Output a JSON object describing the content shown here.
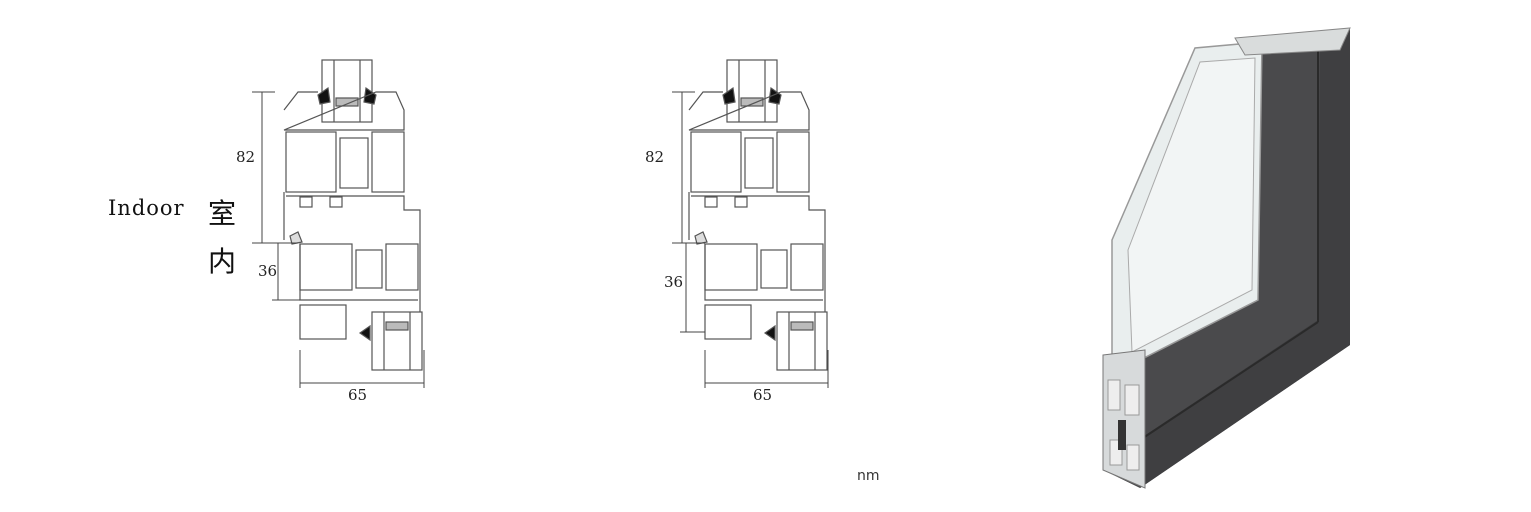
{
  "labels": {
    "indoor_en": "Indoor",
    "indoor_cn_1": "室",
    "indoor_cn_2": "内",
    "unit": "nm"
  },
  "profile_left": {
    "height_top": "82",
    "height_bottom": "36",
    "width": "65"
  },
  "profile_right": {
    "height_top": "82",
    "height_bottom": "36",
    "width": "65"
  },
  "colors": {
    "frame": "#4a4a4c",
    "line": "#444444",
    "glass": "#e9eeee"
  }
}
